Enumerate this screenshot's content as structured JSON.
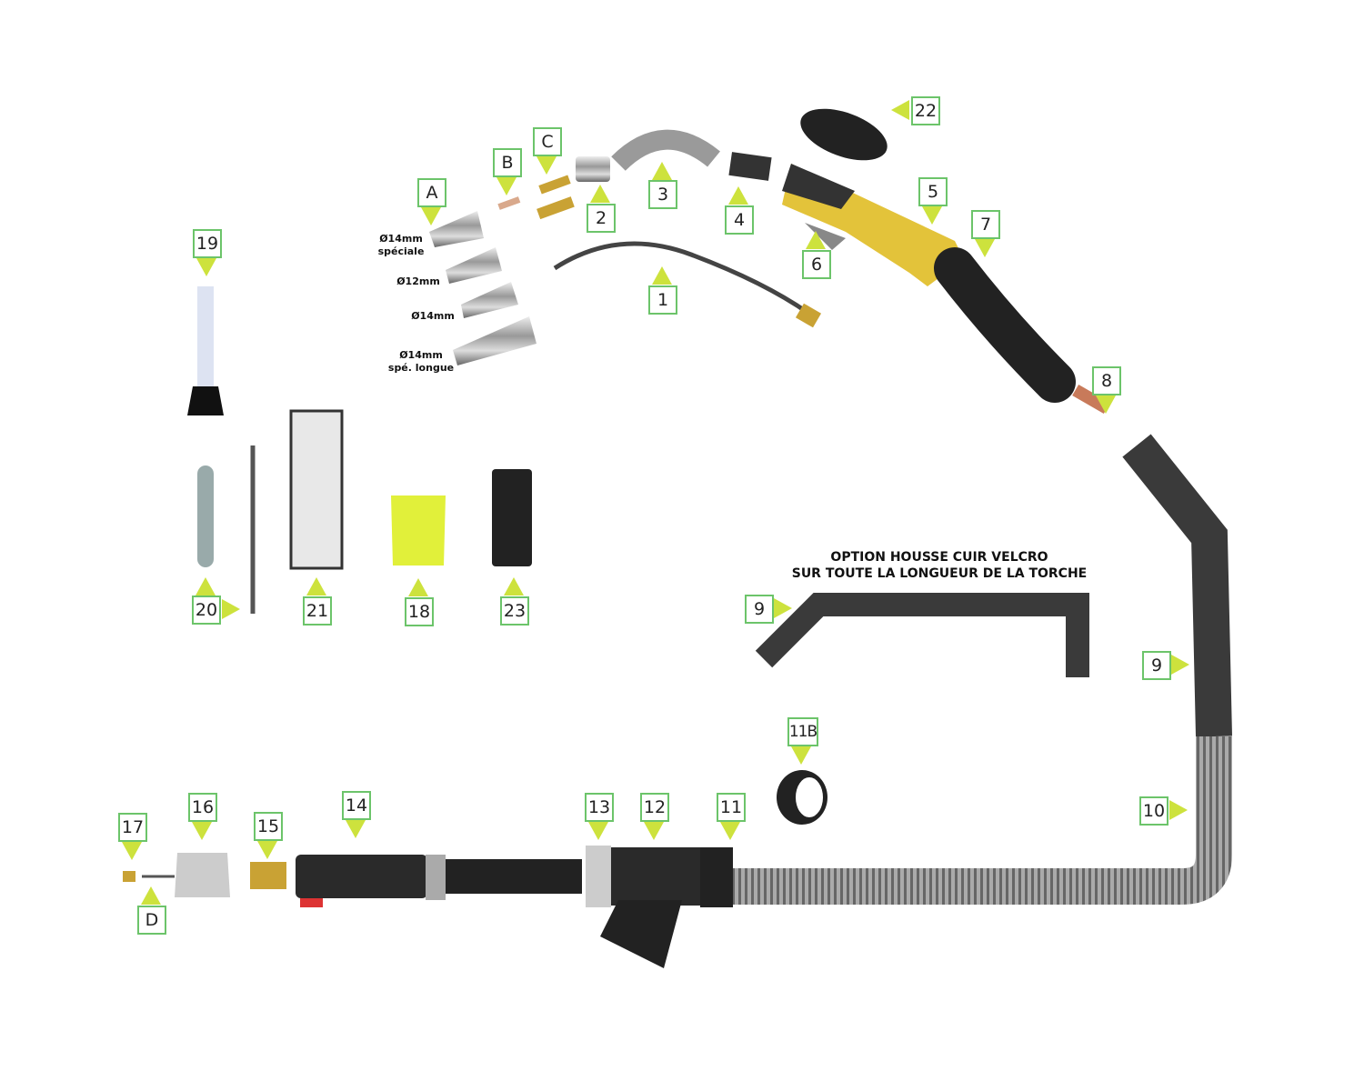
{
  "labels": {
    "A": "A",
    "B": "B",
    "C": "C",
    "D": "D",
    "p1": "1",
    "p2": "2",
    "p3": "3",
    "p4": "4",
    "p5": "5",
    "p6": "6",
    "p7": "7",
    "p8": "8",
    "p9a": "9",
    "p9b": "9",
    "p10": "10",
    "p11": "11",
    "p11b": "11B",
    "p12": "12",
    "p13": "13",
    "p14": "14",
    "p15": "15",
    "p16": "16",
    "p17": "17",
    "p18": "18",
    "p19": "19",
    "p20": "20",
    "p21": "21",
    "p22": "22",
    "p23": "23"
  },
  "nozzle_captions": {
    "n1_line1": "Ø14mm",
    "n1_line2": "spéciale",
    "n2": "Ø12mm",
    "n3": "Ø14mm",
    "n4_line1": "Ø14mm",
    "n4_line2": "spé. longue"
  },
  "option_note": {
    "line1": "OPTION HOUSSE CUIR VELCRO",
    "line2": "SUR TOUTE LA LONGUEUR DE LA TORCHE"
  },
  "colors": {
    "label_border": "#6cc46a",
    "arrow": "#cde23d",
    "handle": "#e3c33a"
  }
}
